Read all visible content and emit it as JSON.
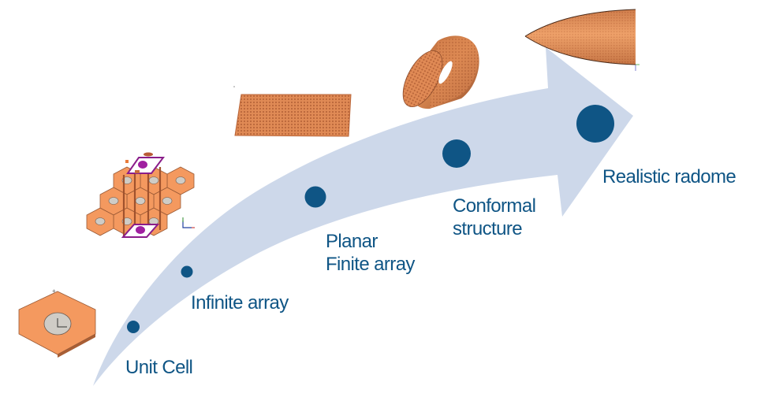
{
  "diagram": {
    "title": "Simulation complexity progression",
    "colors": {
      "arrow": "#cdd8ea",
      "marker": "#0f5585",
      "label": "#0f5585",
      "copper": "#f4995f",
      "copper_dark": "#c96a3c",
      "hole": "#cfccc6",
      "frame": "#8a1d8a"
    },
    "stages": [
      {
        "id": "unit-cell",
        "lines": [
          "Unit Cell"
        ],
        "icon": "hexagon-unit-cell-icon"
      },
      {
        "id": "infinite-array",
        "lines": [
          "Infinite array"
        ],
        "icon": "hex-lattice-periodic-icon"
      },
      {
        "id": "planar-finite-array",
        "lines": [
          "Planar",
          "Finite array"
        ],
        "icon": "planar-panel-icon"
      },
      {
        "id": "conformal-structure",
        "lines": [
          "Conformal",
          "structure"
        ],
        "icon": "cylinder-shell-icon"
      },
      {
        "id": "realistic-radome",
        "lines": [
          "Realistic radome"
        ],
        "icon": "ogive-radome-icon"
      }
    ]
  }
}
